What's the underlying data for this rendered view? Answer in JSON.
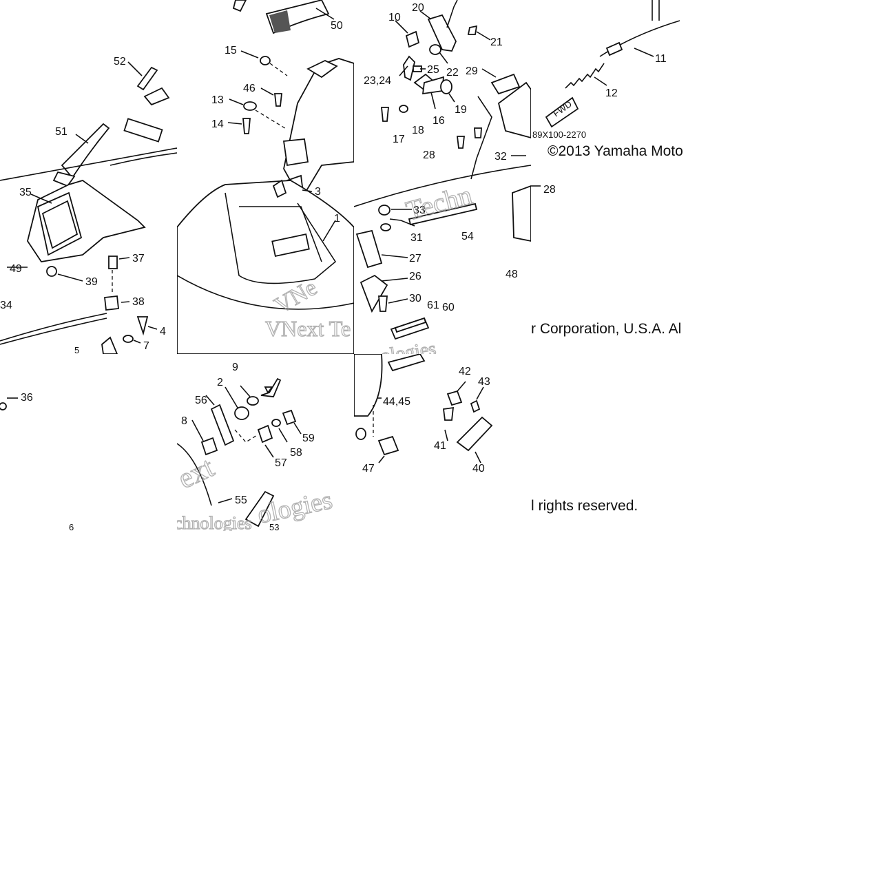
{
  "labels": {
    "p1": "1",
    "p2": "2",
    "p3": "3",
    "p4": "4",
    "p5": "5",
    "p6": "6",
    "p7": "7",
    "p8": "8",
    "p9": "9",
    "p10": "10",
    "p11": "11",
    "p12": "12",
    "p13": "13",
    "p14": "14",
    "p15": "15",
    "p16": "16",
    "p17": "17",
    "p18": "18",
    "p19": "19",
    "p20": "20",
    "p21": "21",
    "p22": "22",
    "p2324": "23,24",
    "p25": "25",
    "p26": "26",
    "p27": "27",
    "p28a": "28",
    "p28b": "28",
    "p29": "29",
    "p30": "30",
    "p31": "31",
    "p32": "32",
    "p33": "33",
    "p34": "34",
    "p35": "35",
    "p36": "36",
    "p37": "37",
    "p38": "38",
    "p39": "39",
    "p40": "40",
    "p41": "41",
    "p42": "42",
    "p43": "43",
    "p4445": "44,45",
    "p46": "46",
    "p47": "47",
    "p48": "48",
    "p49": "49",
    "p50": "50",
    "p51": "51",
    "p52": "52",
    "p53": "53",
    "p54": "54",
    "p55": "55",
    "p56": "56",
    "p57": "57",
    "p58": "58",
    "p59": "59",
    "p60": "60",
    "p61": "61"
  },
  "fwd_tag": "FWD",
  "drawing_code": "89X100-2270",
  "copyright": {
    "line1": "©2013 Yamaha Moto",
    "line2": "r Corporation, U.S.A. Al",
    "line3": "l rights reserved."
  },
  "watermark": {
    "part1": "Techn",
    "part2": "VNext Te",
    "part3": "VNe",
    "part4": "ologies",
    "part5": "ext",
    "part6": "ologies",
    "part7": "chnologies"
  }
}
